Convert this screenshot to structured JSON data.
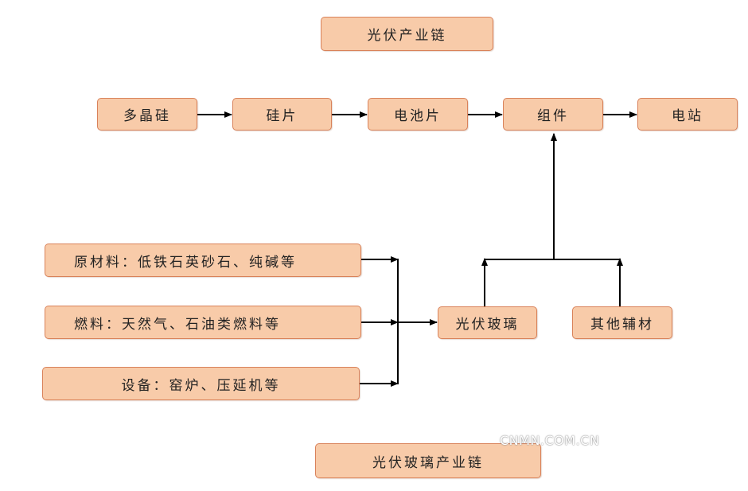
{
  "title": "光伏产业链",
  "chain": [
    {
      "id": "polysilicon",
      "label": "多晶硅"
    },
    {
      "id": "wafer",
      "label": "硅片"
    },
    {
      "id": "cell",
      "label": "电池片"
    },
    {
      "id": "module",
      "label": "组件"
    },
    {
      "id": "station",
      "label": "电站"
    }
  ],
  "inputs": [
    {
      "id": "raw-materials",
      "label": "原材料：低铁石英砂石、纯碱等"
    },
    {
      "id": "fuel",
      "label": "燃料：天然气、石油类燃料等"
    },
    {
      "id": "equipment",
      "label": "设备：窑炉、压延机等"
    }
  ],
  "pv_glass": {
    "label": "光伏玻璃"
  },
  "other_aux": {
    "label": "其他辅材"
  },
  "subtitle": "光伏玻璃产业链",
  "watermark": "CNMN.COM.CN",
  "colors": {
    "box_fill": "#f8cba9",
    "box_border": "#d9825a",
    "arrow": "#000000"
  }
}
